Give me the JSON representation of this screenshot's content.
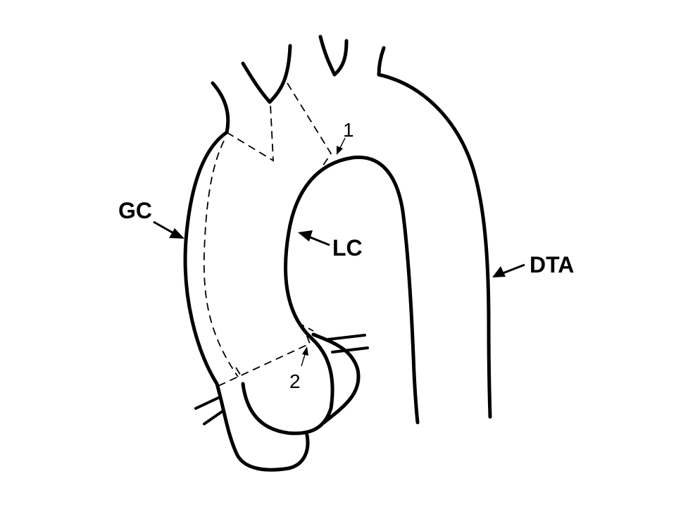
{
  "labels": {
    "gc": "GC",
    "lc": "LC",
    "dta": "DTA",
    "point1": "1",
    "point2": "2"
  },
  "colors": {
    "stroke": "#000000",
    "background": "#ffffff"
  }
}
